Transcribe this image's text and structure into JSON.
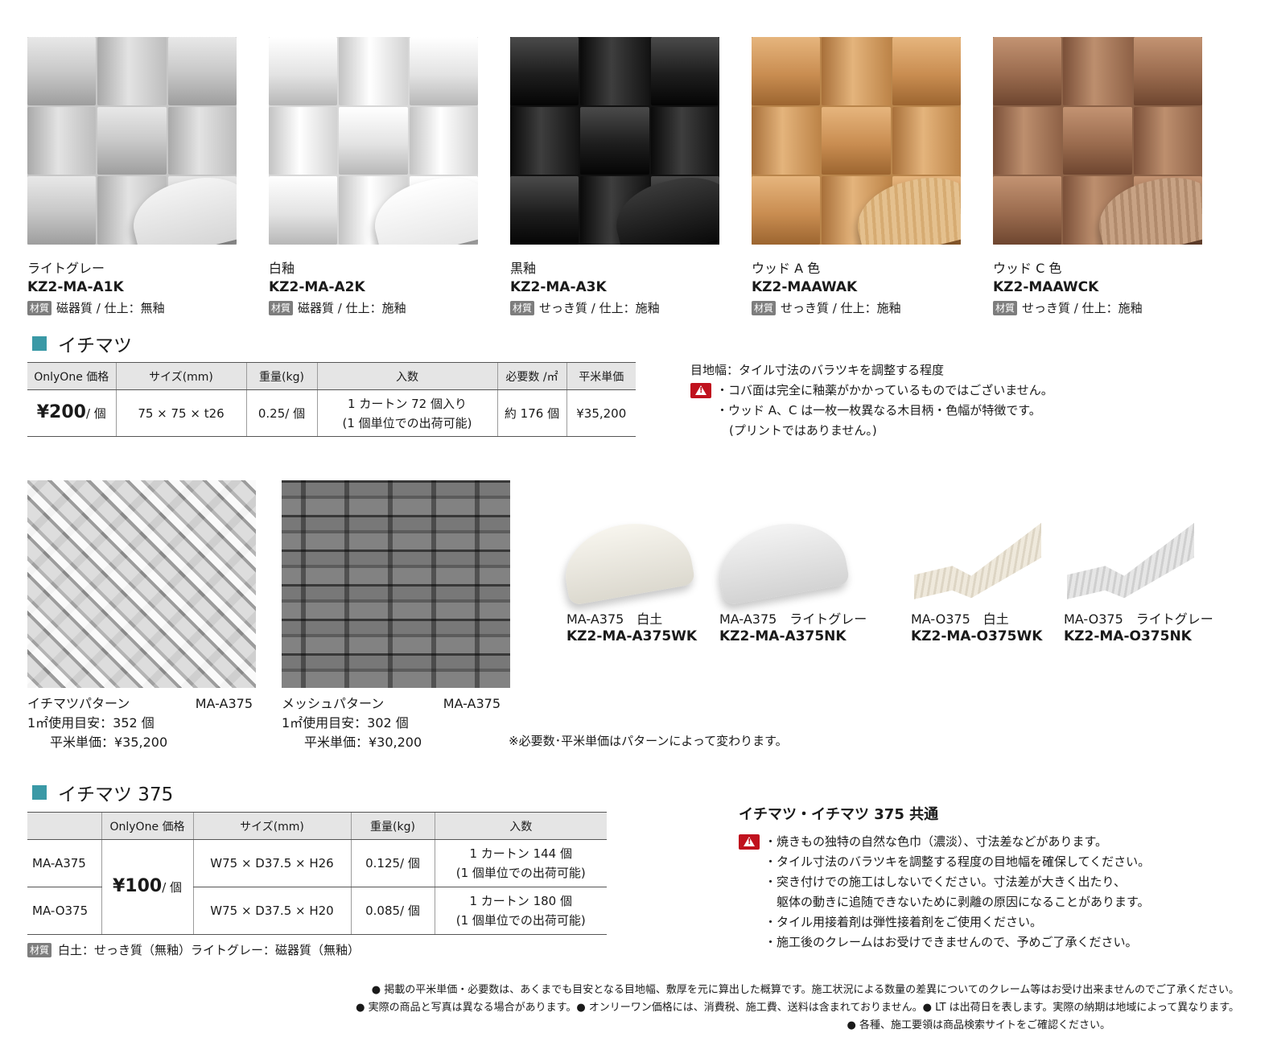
{
  "products": [
    {
      "color": "ライトグレー",
      "code": "KZ2-MA-A1K",
      "material": "磁器質 / 仕上：無釉"
    },
    {
      "color": "白釉",
      "code": "KZ2-MA-A2K",
      "material": "磁器質 / 仕上：施釉"
    },
    {
      "color": "黒釉",
      "code": "KZ2-MA-A3K",
      "material": "せっき質 / 仕上：施釉"
    },
    {
      "color": "ウッド A 色",
      "code": "KZ2-MAAWAK",
      "material": "せっき質 / 仕上：施釉"
    },
    {
      "color": "ウッド C 色",
      "code": "KZ2-MAAWCK",
      "material": "せっき質 / 仕上：施釉"
    }
  ],
  "material_badge": "材質",
  "ichimatsu": {
    "title": "イチマツ",
    "headers": [
      "OnlyOne 価格",
      "サイズ(mm)",
      "重量(kg)",
      "入数",
      "必要数 /㎡",
      "平米単価"
    ],
    "price": "¥200",
    "price_unit": "/ 個",
    "size": "75 × 75 × t26",
    "weight": "0.25/ 個",
    "qty_line1": "1 カートン 72 個入り",
    "qty_line2": "(1 個単位での出荷可能)",
    "required": "約 176 個",
    "sqm_price": "¥35,200"
  },
  "joint_notes": {
    "line1": "目地幅：タイル寸法のバラツキを調整する程度",
    "line2": "・コバ面は完全に釉薬がかかっているものではございません。",
    "line3": "・ウッド A、C は一枚一枚異なる木目柄・色幅が特徴です。",
    "line4": "(プリントではありません。)"
  },
  "patterns": [
    {
      "name": "イチマツパターン",
      "model": "MA-A375",
      "usage": "1㎡使用目安：352 個",
      "sqm": "平米単価：¥35,200"
    },
    {
      "name": "メッシュパターン",
      "model": "MA-A375",
      "usage": "1㎡使用目安：302 個",
      "sqm": "平米単価：¥30,200"
    }
  ],
  "tiles": [
    {
      "name": "MA-A375　白土",
      "code": "KZ2-MA-A375WK"
    },
    {
      "name": "MA-A375　ライトグレー",
      "code": "KZ2-MA-A375NK"
    },
    {
      "name": "MA-O375　白土",
      "code": "KZ2-MA-O375WK"
    },
    {
      "name": "MA-O375　ライトグレー",
      "code": "KZ2-MA-O375NK"
    }
  ],
  "pattern_note": "※必要数･平米単価はパターンによって変わります。",
  "ichimatsu375": {
    "title": "イチマツ 375",
    "headers": [
      "",
      "OnlyOne 価格",
      "サイズ(mm)",
      "重量(kg)",
      "入数"
    ],
    "price": "¥100",
    "price_unit": "/ 個",
    "rows": [
      {
        "model": "MA-A375",
        "size": "W75 × D37.5 × H26",
        "weight": "0.125/ 個",
        "qty1": "1 カートン 144 個",
        "qty2": "(1 個単位での出荷可能)"
      },
      {
        "model": "MA-O375",
        "size": "W75 × D37.5 × H20",
        "weight": "0.085/ 個",
        "qty1": "1 カートン 180 個",
        "qty2": "(1 個単位での出荷可能)"
      }
    ],
    "material": "白土：せっき質（無釉）ライトグレー：磁器質（無釉）"
  },
  "common": {
    "title": "イチマツ・イチマツ 375 共通",
    "items": [
      "・焼きもの独特の自然な色巾（濃淡）、寸法差などがあります。",
      "・タイル寸法のバラツキを調整する程度の目地幅を確保してください。",
      "・突き付けでの施工はしないでください。寸法差が大きく出たり、",
      "　躯体の動きに追随できないために剥離の原因になることがあります。",
      "・タイル用接着剤は弾性接着剤をご使用ください。",
      "・施工後のクレームはお受けできませんので、予めご了承ください。"
    ]
  },
  "footer": [
    "● 掲載の平米単価・必要数は、あくまでも目安となる目地幅、敷厚を元に算出した概算です。施工状況による数量の差異についてのクレーム等はお受け出来ませんのでご了承ください。",
    "● 実際の商品と写真は異なる場合があります。● オンリーワン価格には、消費税、施工費、送料は含まれておりません。● LT は出荷日を表します。実際の納期は地域によって異なります。",
    "● 各種、施工要領は商品検索サイトをご確認ください。"
  ]
}
